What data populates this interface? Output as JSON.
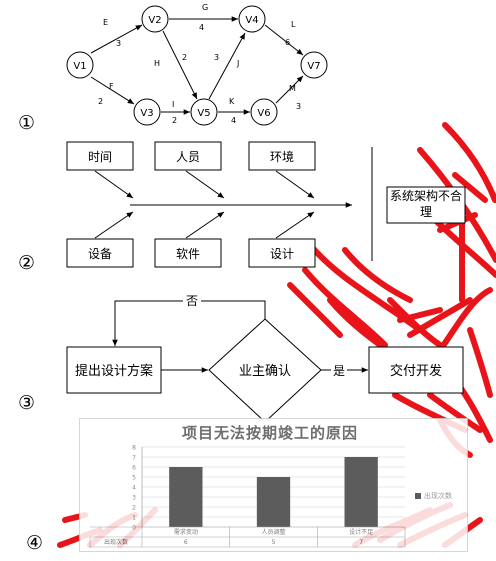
{
  "panel_labels": [
    "①",
    "②",
    "③",
    "④"
  ],
  "network": {
    "nodes": [
      {
        "id": "v1",
        "label": "V1"
      },
      {
        "id": "v2",
        "label": "V2"
      },
      {
        "id": "v3",
        "label": "V3"
      },
      {
        "id": "v4",
        "label": "V4"
      },
      {
        "id": "v5",
        "label": "V5"
      },
      {
        "id": "v6",
        "label": "V6"
      },
      {
        "id": "v7",
        "label": "V7"
      }
    ],
    "edges": [
      {
        "from": "v1",
        "to": "v2",
        "activity": "E",
        "duration": "3"
      },
      {
        "from": "v1",
        "to": "v3",
        "activity": "F",
        "duration": "2"
      },
      {
        "from": "v2",
        "to": "v4",
        "activity": "G",
        "duration": "4"
      },
      {
        "from": "v2",
        "to": "v5",
        "activity": "H",
        "duration": "2"
      },
      {
        "from": "v3",
        "to": "v5",
        "activity": "I",
        "duration": "2"
      },
      {
        "from": "v5",
        "to": "v4",
        "activity": "J",
        "duration": "3"
      },
      {
        "from": "v5",
        "to": "v6",
        "activity": "K",
        "duration": "4"
      },
      {
        "from": "v4",
        "to": "v7",
        "activity": "L",
        "duration": "6"
      },
      {
        "from": "v6",
        "to": "v7",
        "activity": "M",
        "duration": "3"
      }
    ]
  },
  "fishbone": {
    "top_causes": [
      "时间",
      "人员",
      "环境"
    ],
    "bottom_causes": [
      "设备",
      "软件",
      "设计"
    ],
    "effect": "系统架构不合理"
  },
  "flowchart": {
    "start": "提出设计方案",
    "decision": "业主确认",
    "yes_label": "是",
    "no_label": "否",
    "end": "交付开发"
  },
  "chart": {
    "title": "项目无法按期竣工的原因",
    "legend": "出现次数",
    "row_header": "出现次数",
    "colors": {
      "bar": "#404040",
      "grid": "#c8c8c8"
    }
  },
  "chart_data": {
    "type": "bar",
    "title": "项目无法按期竣工的原因",
    "categories": [
      "需求变动",
      "人员调整",
      "设计不足"
    ],
    "series": [
      {
        "name": "出现次数",
        "values": [
          6,
          5,
          7
        ]
      }
    ],
    "ylim": [
      0,
      8
    ],
    "yticks": [
      0,
      1,
      2,
      3,
      4,
      5,
      6,
      7,
      8
    ],
    "grid": true,
    "legend_position": "right"
  }
}
